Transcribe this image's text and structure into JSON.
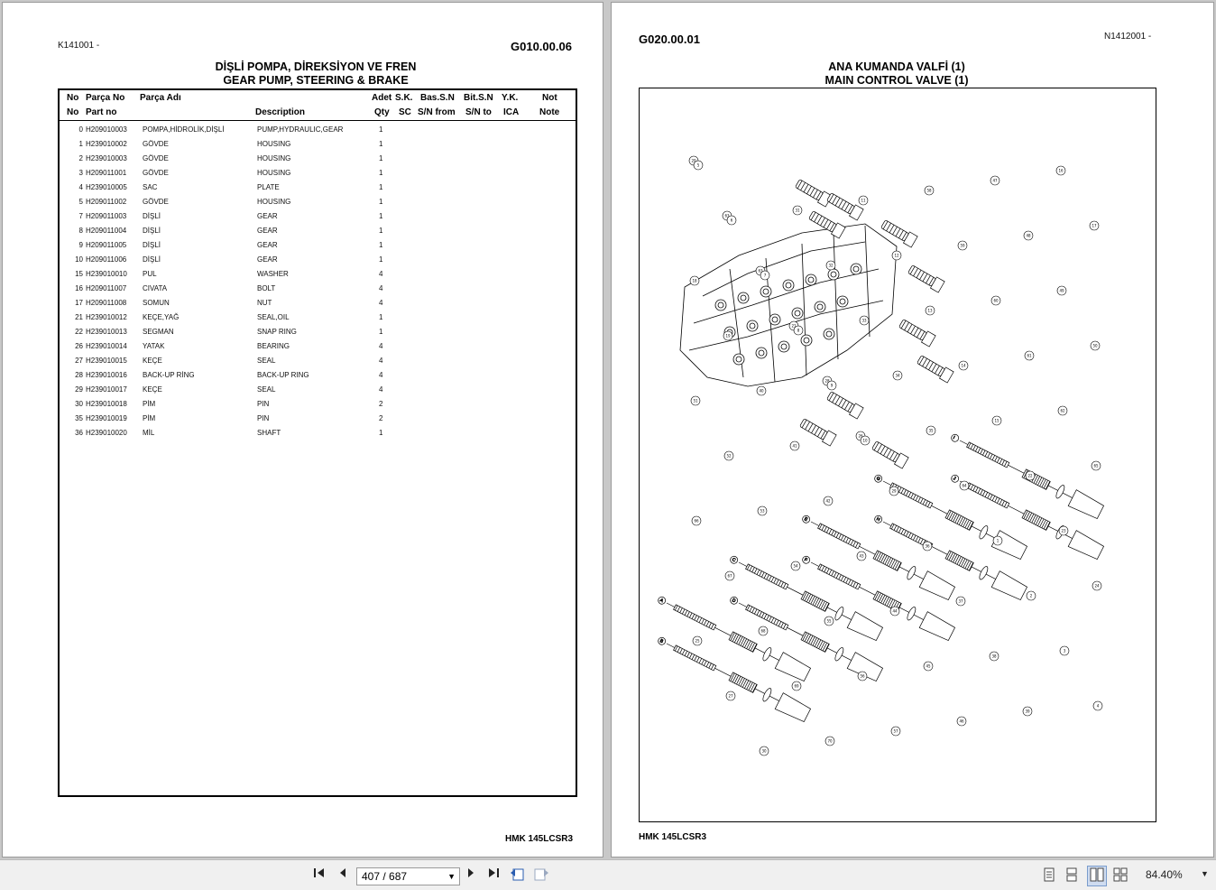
{
  "left_page": {
    "doc_code": "K141001 -",
    "group_code": "G010.00.06",
    "title_tr": "DİŞLİ POMPA, DİREKSİYON VE FREN",
    "title_en": "GEAR PUMP, STEERING & BRAKE",
    "footer": "HMK 145LCSR3",
    "table_headers_tr": [
      "No",
      "Parça No",
      "Parça Adı",
      "Adet",
      "S.K.",
      "Bas.S.N",
      "Bit.S.N",
      "Y.K.",
      "Not"
    ],
    "table_headers_en": [
      "No",
      "Part no",
      "Description",
      "Qty",
      "SC",
      "S/N from",
      "S/N to",
      "ICA",
      "Note"
    ],
    "rows": [
      {
        "no": "0",
        "part": "H209010003",
        "name_tr": "POMPA,HİDROLİK,DİŞLİ",
        "name_en": "PUMP,HYDRAULIC,GEAR",
        "qty": "1"
      },
      {
        "no": "1",
        "part": "H239010002",
        "name_tr": "GÖVDE",
        "name_en": "HOUSING",
        "qty": "1"
      },
      {
        "no": "2",
        "part": "H239010003",
        "name_tr": "GÖVDE",
        "name_en": "HOUSING",
        "qty": "1"
      },
      {
        "no": "3",
        "part": "H209011001",
        "name_tr": "GÖVDE",
        "name_en": "HOUSING",
        "qty": "1"
      },
      {
        "no": "4",
        "part": "H239010005",
        "name_tr": "SAC",
        "name_en": "PLATE",
        "qty": "1"
      },
      {
        "no": "5",
        "part": "H209011002",
        "name_tr": "GÖVDE",
        "name_en": "HOUSING",
        "qty": "1"
      },
      {
        "no": "7",
        "part": "H209011003",
        "name_tr": "DİŞLİ",
        "name_en": "GEAR",
        "qty": "1"
      },
      {
        "no": "8",
        "part": "H209011004",
        "name_tr": "DİŞLİ",
        "name_en": "GEAR",
        "qty": "1"
      },
      {
        "no": "9",
        "part": "H209011005",
        "name_tr": "DİŞLİ",
        "name_en": "GEAR",
        "qty": "1"
      },
      {
        "no": "10",
        "part": "H209011006",
        "name_tr": "DİŞLİ",
        "name_en": "GEAR",
        "qty": "1"
      },
      {
        "no": "15",
        "part": "H239010010",
        "name_tr": "PUL",
        "name_en": "WASHER",
        "qty": "4"
      },
      {
        "no": "16",
        "part": "H209011007",
        "name_tr": "CIVATA",
        "name_en": "BOLT",
        "qty": "4"
      },
      {
        "no": "17",
        "part": "H209011008",
        "name_tr": "SOMUN",
        "name_en": "NUT",
        "qty": "4"
      },
      {
        "no": "21",
        "part": "H239010012",
        "name_tr": "KEÇE,YAĞ",
        "name_en": "SEAL,OIL",
        "qty": "1"
      },
      {
        "no": "22",
        "part": "H239010013",
        "name_tr": "SEGMAN",
        "name_en": "SNAP RING",
        "qty": "1"
      },
      {
        "no": "26",
        "part": "H239010014",
        "name_tr": "YATAK",
        "name_en": "BEARING",
        "qty": "4"
      },
      {
        "no": "27",
        "part": "H239010015",
        "name_tr": "KEÇE",
        "name_en": "SEAL",
        "qty": "4"
      },
      {
        "no": "28",
        "part": "H239010016",
        "name_tr": "BACK-UP RİNG",
        "name_en": "BACK-UP RING",
        "qty": "4"
      },
      {
        "no": "29",
        "part": "H239010017",
        "name_tr": "KEÇE",
        "name_en": "SEAL",
        "qty": "4"
      },
      {
        "no": "30",
        "part": "H239010018",
        "name_tr": "PİM",
        "name_en": "PIN",
        "qty": "2"
      },
      {
        "no": "35",
        "part": "H239010019",
        "name_tr": "PİM",
        "name_en": "PIN",
        "qty": "2"
      },
      {
        "no": "36",
        "part": "H239010020",
        "name_tr": "MİL",
        "name_en": "SHAFT",
        "qty": "1"
      }
    ]
  },
  "right_page": {
    "group_code": "G020.00.01",
    "doc_code": "N1412001 -",
    "title_tr": "ANA KUMANDA VALFİ (1)",
    "title_en": "MAIN CONTROL VALVE (1)",
    "footer": "HMK 145LCSR3",
    "diagram_labels": [
      "20",
      "63",
      "63",
      "21",
      "28",
      "26",
      "29",
      "36",
      "37",
      "38",
      "39",
      "16",
      "17",
      "18",
      "19",
      "40",
      "41",
      "42",
      "43",
      "44",
      "45",
      "46",
      "47",
      "48",
      "49",
      "50",
      "51",
      "52",
      "53",
      "54",
      "55",
      "56",
      "57",
      "58",
      "59",
      "60",
      "61",
      "62",
      "65",
      "66",
      "67",
      "68",
      "69",
      "70",
      "11",
      "12",
      "13",
      "14",
      "15",
      "22",
      "23",
      "24",
      "25",
      "27",
      "30",
      "31",
      "32",
      "33",
      "34",
      "35",
      "64",
      "1",
      "2",
      "3",
      "4",
      "5",
      "6",
      "7",
      "8",
      "9",
      "10"
    ],
    "spool_letters": [
      "A",
      "B",
      "C",
      "D",
      "E",
      "F",
      "G",
      "H",
      "I"
    ]
  },
  "toolbar": {
    "page_indicator": "407 / 687",
    "zoom": "84.40%",
    "first_icon": "first-page-icon",
    "prev_icon": "previous-page-icon",
    "next_icon": "next-page-icon",
    "last_icon": "last-page-icon"
  }
}
